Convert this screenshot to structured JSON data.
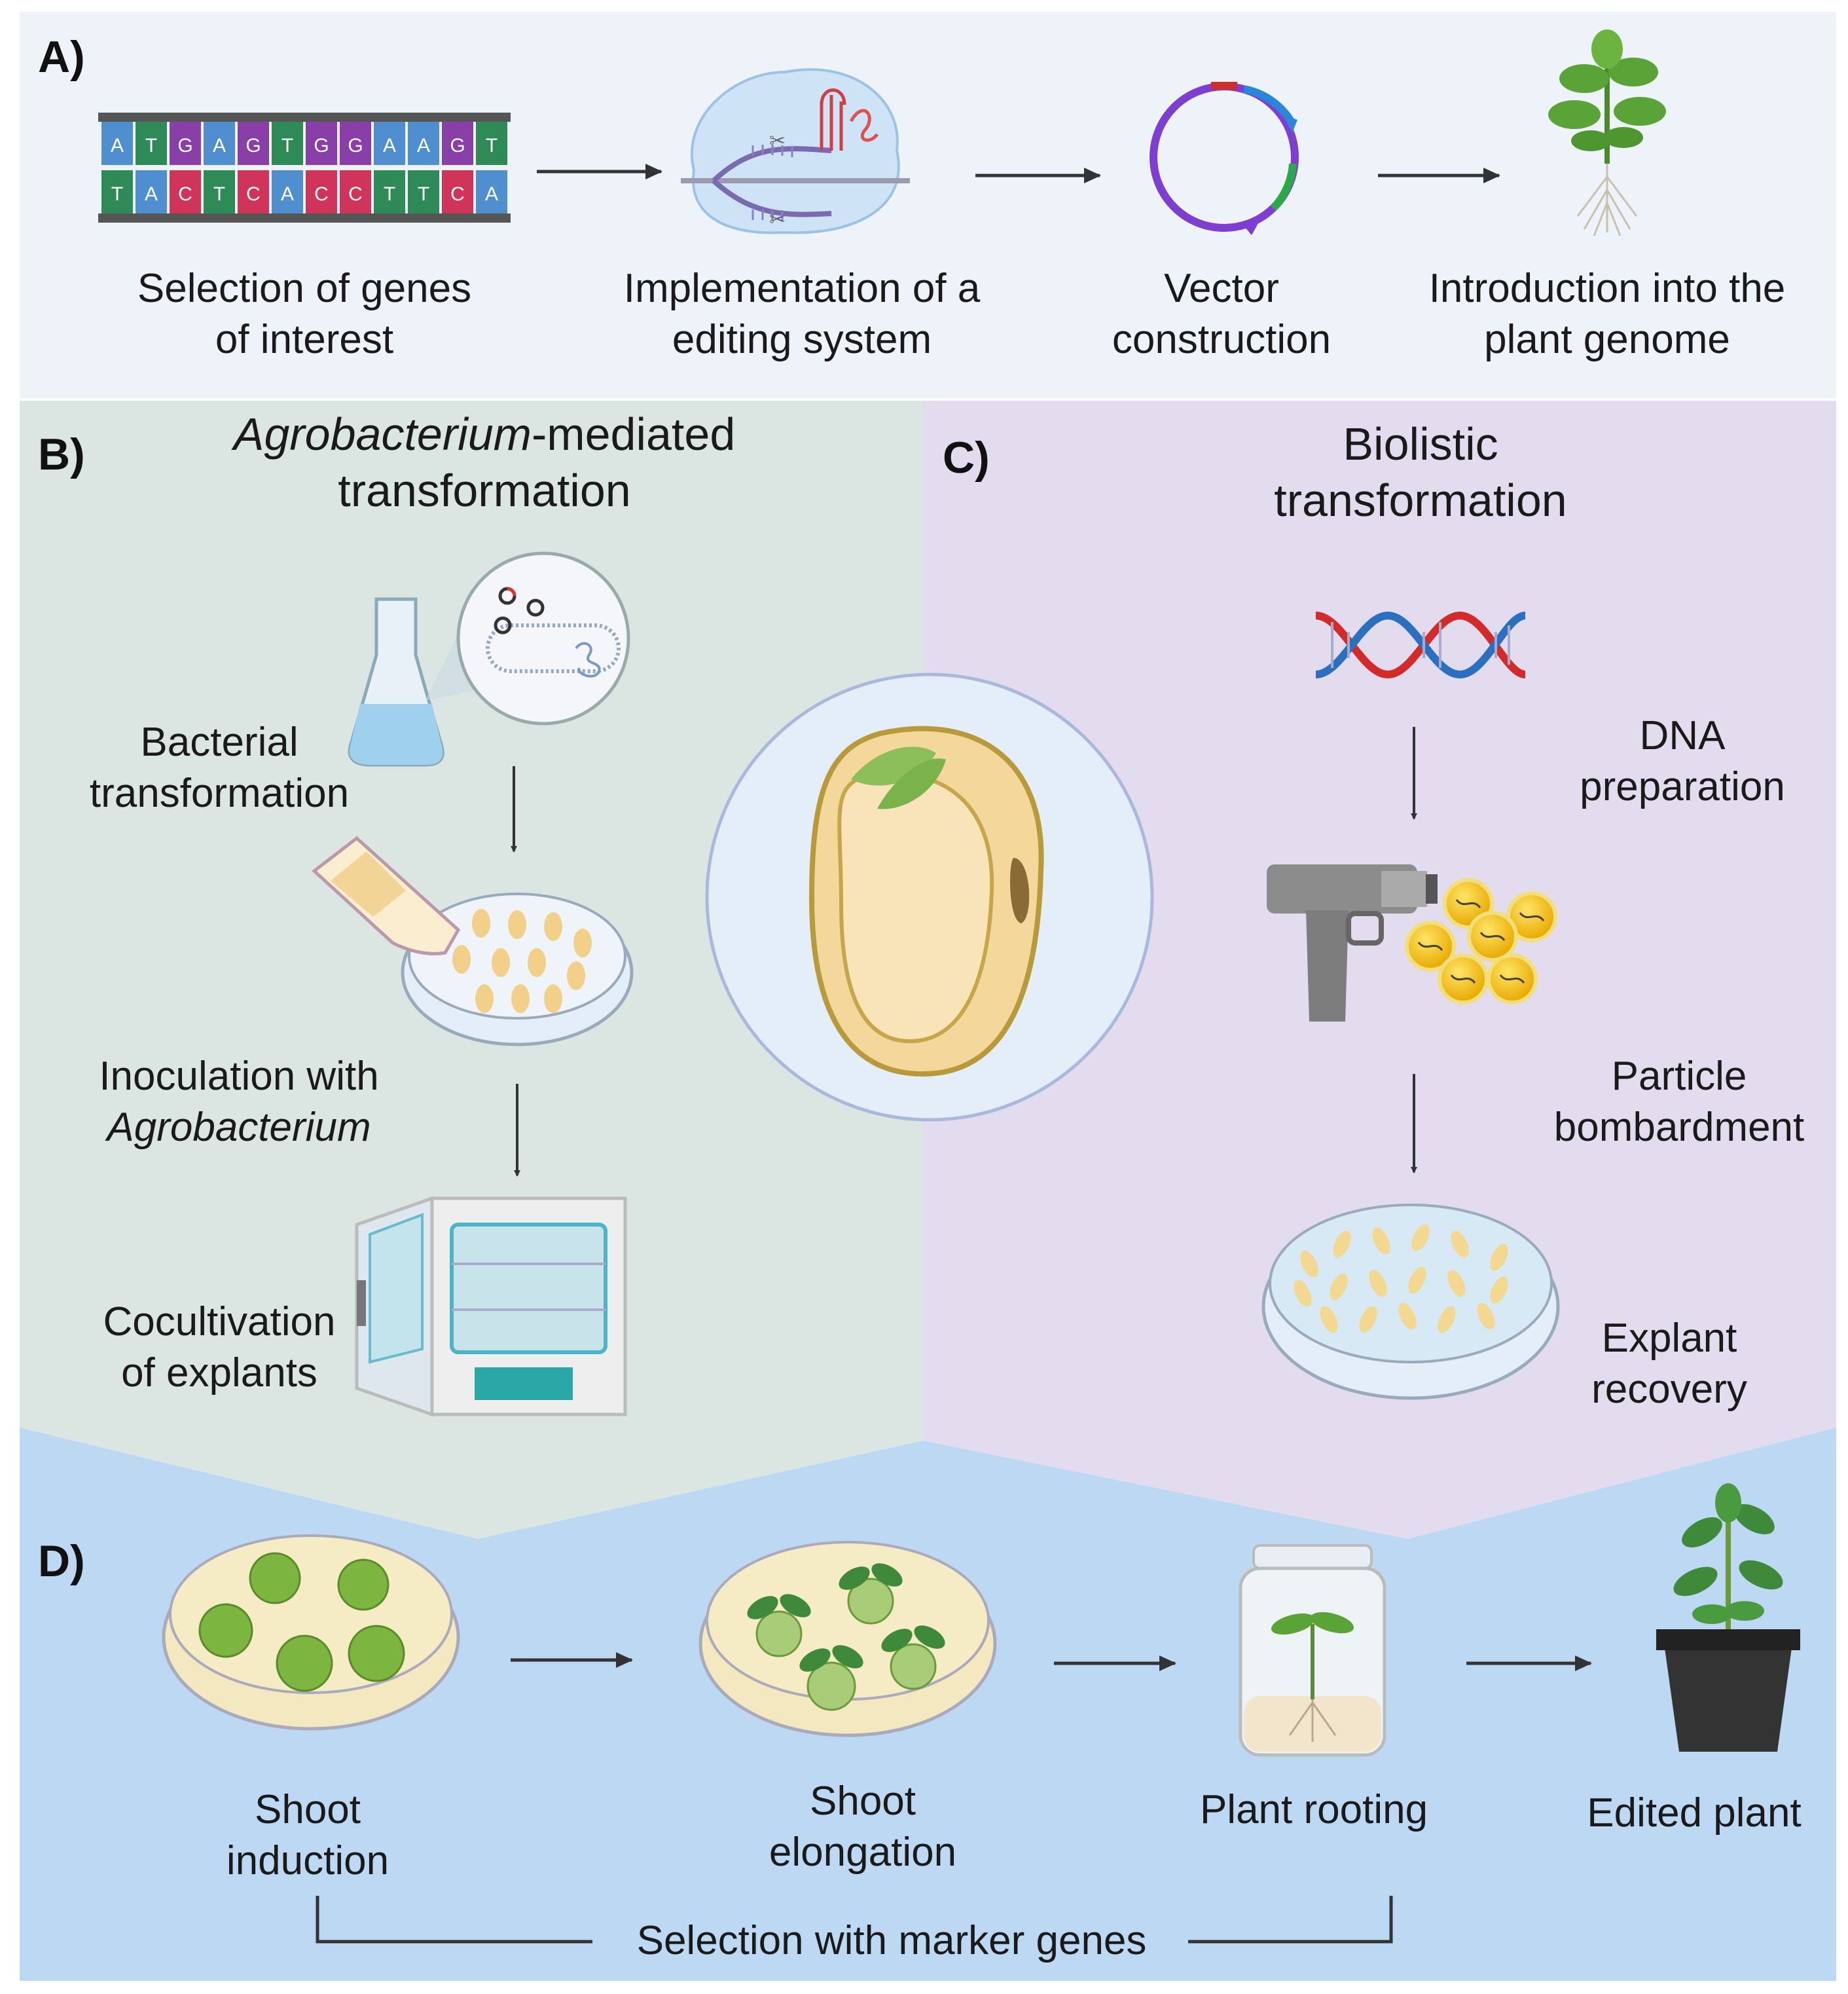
{
  "panels": {
    "a": {
      "label": "A)",
      "dna_top": [
        "A",
        "T",
        "G",
        "A",
        "G",
        "T",
        "G",
        "G",
        "A",
        "A",
        "G",
        "T"
      ],
      "dna_bottom": [
        "T",
        "A",
        "C",
        "T",
        "C",
        "A",
        "C",
        "C",
        "T",
        "T",
        "C",
        "A"
      ],
      "steps": [
        {
          "line1": "Selection of genes",
          "line2": "of interest"
        },
        {
          "line1": "Implementation of a",
          "line2": "editing system"
        },
        {
          "line1": "Vector",
          "line2": "construction"
        },
        {
          "line1": "Introduction into the",
          "line2": "plant genome"
        }
      ]
    },
    "b": {
      "label": "B)",
      "title_italic": "Agrobacterium",
      "title_rest": "-mediated",
      "title_line2": "transformation",
      "steps": {
        "bacterial": {
          "line1": "Bacterial",
          "line2": "transformation"
        },
        "inoculation": {
          "line1": "Inoculation with",
          "line2": "Agrobacterium"
        },
        "cocultivation": {
          "line1": "Cocultivation",
          "line2": "of explants"
        }
      }
    },
    "c": {
      "label": "C)",
      "title_line1": "Biolistic",
      "title_line2": "transformation",
      "steps": {
        "dna": {
          "line1": "DNA",
          "line2": "preparation"
        },
        "particle": {
          "line1": "Particle",
          "line2": "bombardment"
        },
        "explant": {
          "line1": "Explant",
          "line2": "recovery"
        }
      }
    },
    "d": {
      "label": "D)",
      "steps": {
        "shoot_induction": {
          "line1": "Shoot",
          "line2": "induction"
        },
        "shoot_elongation": {
          "line1": "Shoot",
          "line2": "elongation"
        },
        "plant_rooting": "Plant rooting",
        "edited_plant": "Edited plant"
      },
      "selection": "Selection with marker genes"
    }
  },
  "colors": {
    "panel_a_bg": "#eef3fa",
    "panel_b_bg": "#dbe6e2",
    "panel_c_bg": "#e2dcee",
    "panel_d_bg": "#bdd8f2",
    "arrow": "#333333"
  }
}
